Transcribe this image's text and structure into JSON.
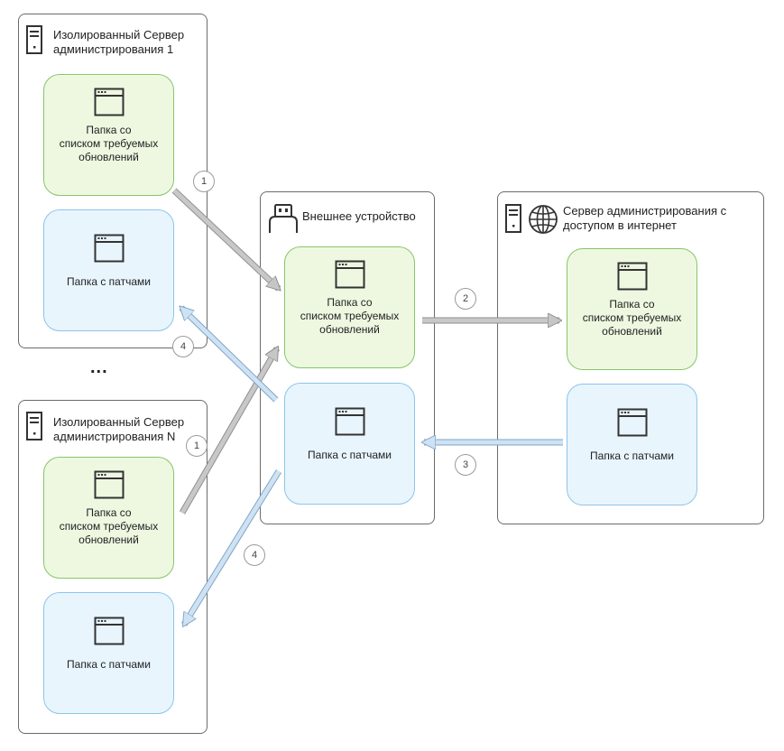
{
  "isolated_server_1": {
    "title": "Изолированный  Сервер\nадминистрирования  1",
    "required_updates_folder": "Папка со\nсписком требуемых\nобновлений",
    "patches_folder": "Папка с патчами"
  },
  "isolated_server_n": {
    "title": "Изолированный  Сервер\nадминистрирования  N",
    "required_updates_folder": "Папка со\nсписком требуемых\nобновлений",
    "patches_folder": "Папка с патчами"
  },
  "external_device": {
    "title": "Внешнее устройство",
    "required_updates_folder": "Папка со\nсписком требуемых\nобновлений",
    "patches_folder": "Папка с патчами"
  },
  "internet_server": {
    "title": "Сервер администрирования  с\nдоступом  в интернет",
    "required_updates_folder": "Папка со\nсписком требуемых\nобновлений",
    "patches_folder": "Папка с патчами"
  },
  "ellipsis": "...",
  "steps": {
    "step1_top": "1",
    "step1_bottom": "1",
    "step2": "2",
    "step3": "3",
    "step4_top": "4",
    "step4_bottom": "4"
  },
  "colors": {
    "gray_arrow": "#c8c8c8",
    "blue_arrow": "#cfe2f3",
    "green_border": "#86c66a",
    "blue_border": "#8dc4ea"
  },
  "icons": {
    "server": "server-icon",
    "globe": "globe-icon",
    "usb": "usb-drive-icon",
    "folder": "window-folder-icon"
  }
}
